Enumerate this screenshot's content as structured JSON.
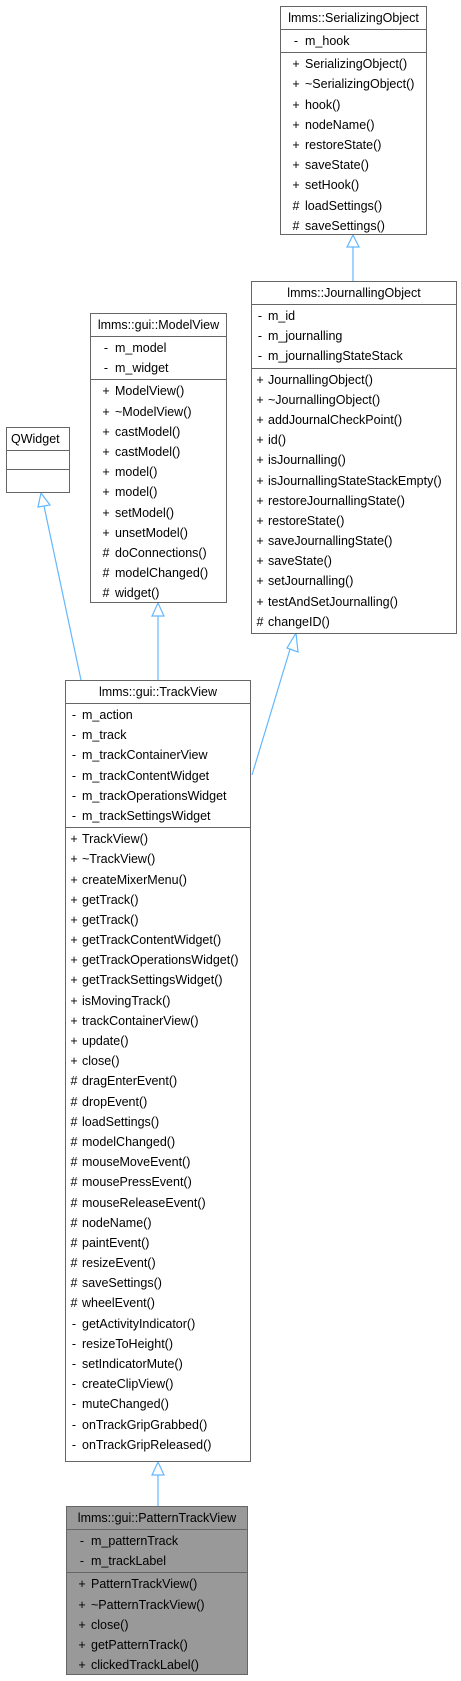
{
  "diagram": {
    "serializing": {
      "title": "lmms::SerializingObject",
      "attributes": [
        {
          "vis": "-",
          "name": "m_hook"
        }
      ],
      "methods": [
        {
          "vis": "+",
          "name": "SerializingObject()"
        },
        {
          "vis": "+",
          "name": "~SerializingObject()"
        },
        {
          "vis": "+",
          "name": "hook()"
        },
        {
          "vis": "+",
          "name": "nodeName()"
        },
        {
          "vis": "+",
          "name": "restoreState()"
        },
        {
          "vis": "+",
          "name": "saveState()"
        },
        {
          "vis": "+",
          "name": "setHook()"
        },
        {
          "vis": "#",
          "name": "loadSettings()"
        },
        {
          "vis": "#",
          "name": "saveSettings()"
        }
      ]
    },
    "journalling": {
      "title": "lmms::JournallingObject",
      "attributes": [
        {
          "vis": "-",
          "name": "m_id"
        },
        {
          "vis": "-",
          "name": "m_journalling"
        },
        {
          "vis": "-",
          "name": "m_journallingStateStack"
        }
      ],
      "methods": [
        {
          "vis": "+",
          "name": "JournallingObject()"
        },
        {
          "vis": "+",
          "name": "~JournallingObject()"
        },
        {
          "vis": "+",
          "name": "addJournalCheckPoint()"
        },
        {
          "vis": "+",
          "name": "id()"
        },
        {
          "vis": "+",
          "name": "isJournalling()"
        },
        {
          "vis": "+",
          "name": "isJournallingStateStackEmpty()"
        },
        {
          "vis": "+",
          "name": "restoreJournallingState()"
        },
        {
          "vis": "+",
          "name": "restoreState()"
        },
        {
          "vis": "+",
          "name": "saveJournallingState()"
        },
        {
          "vis": "+",
          "name": "saveState()"
        },
        {
          "vis": "+",
          "name": "setJournalling()"
        },
        {
          "vis": "+",
          "name": "testAndSetJournalling()"
        },
        {
          "vis": "#",
          "name": "changeID()"
        }
      ]
    },
    "modelview": {
      "title": "lmms::gui::ModelView",
      "attributes": [
        {
          "vis": "-",
          "name": "m_model"
        },
        {
          "vis": "-",
          "name": "m_widget"
        }
      ],
      "methods": [
        {
          "vis": "+",
          "name": "ModelView()"
        },
        {
          "vis": "+",
          "name": "~ModelView()"
        },
        {
          "vis": "+",
          "name": "castModel()"
        },
        {
          "vis": "+",
          "name": "castModel()"
        },
        {
          "vis": "+",
          "name": "model()"
        },
        {
          "vis": "+",
          "name": "model()"
        },
        {
          "vis": "+",
          "name": "setModel()"
        },
        {
          "vis": "+",
          "name": "unsetModel()"
        },
        {
          "vis": "#",
          "name": "doConnections()"
        },
        {
          "vis": "#",
          "name": "modelChanged()"
        },
        {
          "vis": "#",
          "name": "widget()"
        }
      ]
    },
    "qwidget": {
      "title": "QWidget",
      "attributes": [],
      "methods": []
    },
    "trackview": {
      "title": "lmms::gui::TrackView",
      "attributes": [
        {
          "vis": "-",
          "name": "m_action"
        },
        {
          "vis": "-",
          "name": "m_track"
        },
        {
          "vis": "-",
          "name": "m_trackContainerView"
        },
        {
          "vis": "-",
          "name": "m_trackContentWidget"
        },
        {
          "vis": "-",
          "name": "m_trackOperationsWidget"
        },
        {
          "vis": "-",
          "name": "m_trackSettingsWidget"
        }
      ],
      "methods": [
        {
          "vis": "+",
          "name": "TrackView()"
        },
        {
          "vis": "+",
          "name": "~TrackView()"
        },
        {
          "vis": "+",
          "name": "createMixerMenu()"
        },
        {
          "vis": "+",
          "name": "getTrack()"
        },
        {
          "vis": "+",
          "name": "getTrack()"
        },
        {
          "vis": "+",
          "name": "getTrackContentWidget()"
        },
        {
          "vis": "+",
          "name": "getTrackOperationsWidget()"
        },
        {
          "vis": "+",
          "name": "getTrackSettingsWidget()"
        },
        {
          "vis": "+",
          "name": "isMovingTrack()"
        },
        {
          "vis": "+",
          "name": "trackContainerView()"
        },
        {
          "vis": "+",
          "name": "update()"
        },
        {
          "vis": "+",
          "name": "close()"
        },
        {
          "vis": "#",
          "name": "dragEnterEvent()"
        },
        {
          "vis": "#",
          "name": "dropEvent()"
        },
        {
          "vis": "#",
          "name": "loadSettings()"
        },
        {
          "vis": "#",
          "name": "modelChanged()"
        },
        {
          "vis": "#",
          "name": "mouseMoveEvent()"
        },
        {
          "vis": "#",
          "name": "mousePressEvent()"
        },
        {
          "vis": "#",
          "name": "mouseReleaseEvent()"
        },
        {
          "vis": "#",
          "name": "nodeName()"
        },
        {
          "vis": "#",
          "name": "paintEvent()"
        },
        {
          "vis": "#",
          "name": "resizeEvent()"
        },
        {
          "vis": "#",
          "name": "saveSettings()"
        },
        {
          "vis": "#",
          "name": "wheelEvent()"
        },
        {
          "vis": "-",
          "name": "getActivityIndicator()"
        },
        {
          "vis": "-",
          "name": "resizeToHeight()"
        },
        {
          "vis": "-",
          "name": "setIndicatorMute()"
        },
        {
          "vis": "-",
          "name": "createClipView()"
        },
        {
          "vis": "-",
          "name": "muteChanged()"
        },
        {
          "vis": "-",
          "name": "onTrackGripGrabbed()"
        },
        {
          "vis": "-",
          "name": "onTrackGripReleased()"
        }
      ]
    },
    "patterntrackview": {
      "title": "lmms::gui::PatternTrackView",
      "attributes": [
        {
          "vis": "-",
          "name": "m_patternTrack"
        },
        {
          "vis": "-",
          "name": "m_trackLabel"
        }
      ],
      "methods": [
        {
          "vis": "+",
          "name": "PatternTrackView()"
        },
        {
          "vis": "+",
          "name": "~PatternTrackView()"
        },
        {
          "vis": "+",
          "name": "close()"
        },
        {
          "vis": "+",
          "name": "getPatternTrack()"
        },
        {
          "vis": "+",
          "name": "clickedTrackLabel()"
        }
      ]
    }
  },
  "colors": {
    "edge": "#63b8ff",
    "border": "#666666",
    "highlight_fill": "#999999"
  }
}
